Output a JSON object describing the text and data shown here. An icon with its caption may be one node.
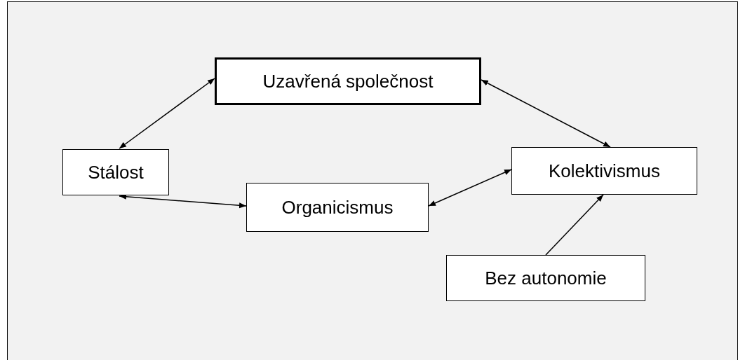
{
  "diagram": {
    "nodes": [
      {
        "text": [
          "Uzavřená společnost"
        ]
      },
      {
        "text": [
          "Stálost"
        ]
      },
      {
        "text": [
          "Organicismus"
        ]
      },
      {
        "text": [
          "Kolektivismus"
        ]
      },
      {
        "text": [
          "Bez autonomie"
        ]
      }
    ],
    "edges": [
      {
        "from": 1,
        "to": 0,
        "arrow": "both"
      },
      {
        "from": 0,
        "to": 3,
        "arrow": "both"
      },
      {
        "from": 1,
        "to": 2,
        "arrow": "both"
      },
      {
        "from": 2,
        "to": 3,
        "arrow": "both"
      },
      {
        "from": 4,
        "to": 3,
        "arrow": "to"
      }
    ]
  }
}
